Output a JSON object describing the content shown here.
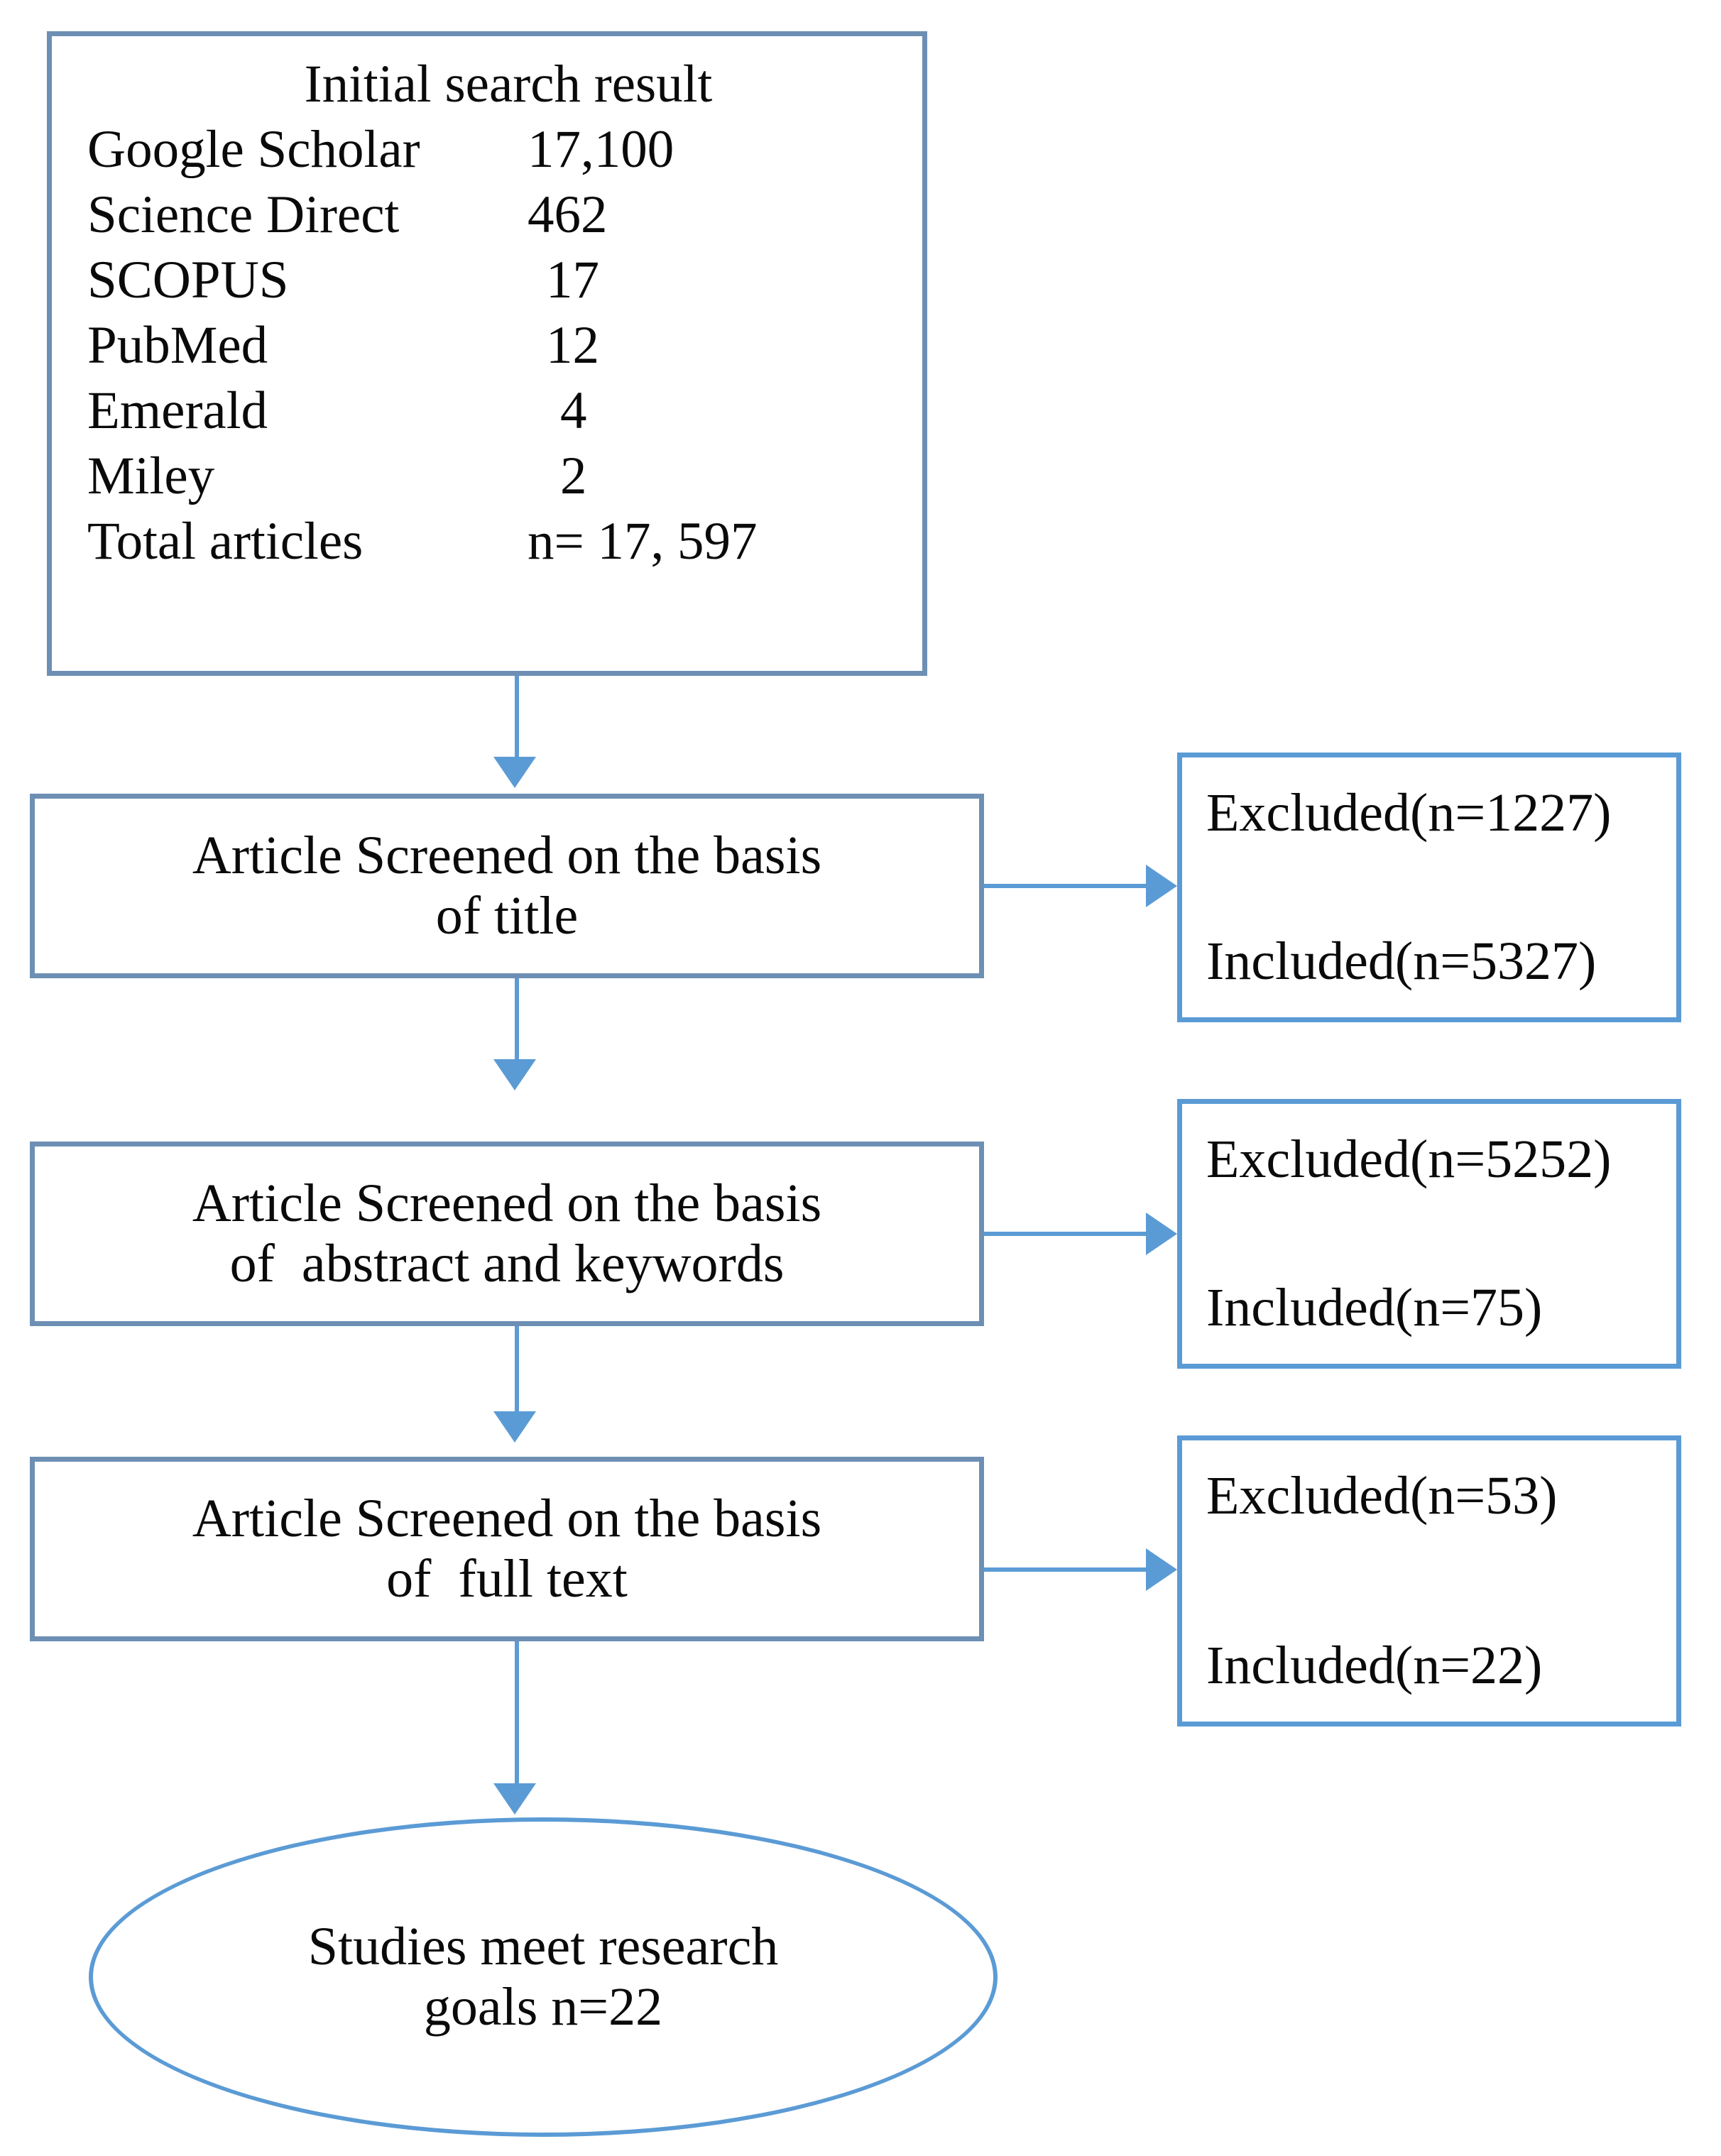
{
  "diagram": {
    "title": "PRISMA-style article selection flowchart",
    "colors": {
      "box_border_steel": "#6d8fb4",
      "box_border_bright": "#5b9bd5",
      "connector": "#5b9bd5",
      "text": "#0a0a0a",
      "background": "#ffffff"
    },
    "source_box": {
      "heading": "Initial search result",
      "rows": [
        {
          "name": "Google Scholar",
          "value": "17,100"
        },
        {
          "name": "Science Direct",
          "value": "462"
        },
        {
          "name": "SCOPUS",
          "value": "17"
        },
        {
          "name": "PubMed",
          "value": "12"
        },
        {
          "name": "Emerald",
          "value": "4"
        },
        {
          "name": "Miley",
          "value": "2"
        },
        {
          "name": "Total articles",
          "value": "n= 17, 597"
        }
      ]
    },
    "stages": [
      {
        "id": "title",
        "line1": "Article Screened on the basis",
        "line2": "of title"
      },
      {
        "id": "abstract",
        "line1": "Article Screened on the basis",
        "line2": "of  abstract and keywords"
      },
      {
        "id": "fulltext",
        "line1": "Article Screened on the basis",
        "line2": "of  full text"
      }
    ],
    "side_boxes": [
      {
        "id": "title",
        "excluded": "Excluded(n=1227)",
        "included": "Included(n=5327)"
      },
      {
        "id": "abstract",
        "excluded": "Excluded(n=5252)",
        "included": "Included(n=75)"
      },
      {
        "id": "fulltext",
        "excluded": "Excluded(n=53)",
        "included": "Included(n=22)"
      }
    ],
    "outcome": {
      "line1": "Studies meet research",
      "line2": "goals n=22"
    }
  },
  "chart_data": {
    "type": "table",
    "title": "Initial search result",
    "categories": [
      "Google Scholar",
      "Science Direct",
      "SCOPUS",
      "PubMed",
      "Emerald",
      "Miley"
    ],
    "values": [
      17100,
      462,
      17,
      12,
      4,
      2
    ],
    "total_label": "Total articles",
    "total": 17597,
    "flow": [
      {
        "stage": "Article Screened on the basis of title",
        "excluded": 1227,
        "included": 5327
      },
      {
        "stage": "Article Screened on the basis of  abstract and keywords",
        "excluded": 5252,
        "included": 75
      },
      {
        "stage": "Article Screened on the basis of  full text",
        "excluded": 53,
        "included": 22
      }
    ],
    "final": {
      "label": "Studies meet research goals",
      "n": 22
    }
  }
}
